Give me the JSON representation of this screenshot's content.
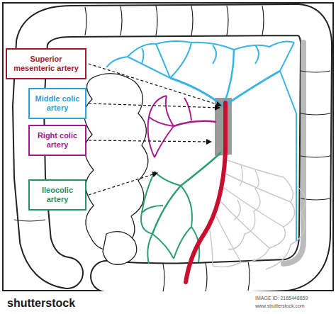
{
  "diagram": {
    "nodes": [
      {
        "text": [
          "Superior mesenteric artery"
        ]
      },
      {
        "text": [
          "Middle colic artery"
        ]
      },
      {
        "text": [
          "Right colic artery"
        ]
      },
      {
        "text": [
          "Ileocolic artery"
        ]
      }
    ],
    "labels": [
      "shutterstock",
      "IMAGE ID: 2165448659",
      "www.shutterstock.com"
    ]
  }
}
